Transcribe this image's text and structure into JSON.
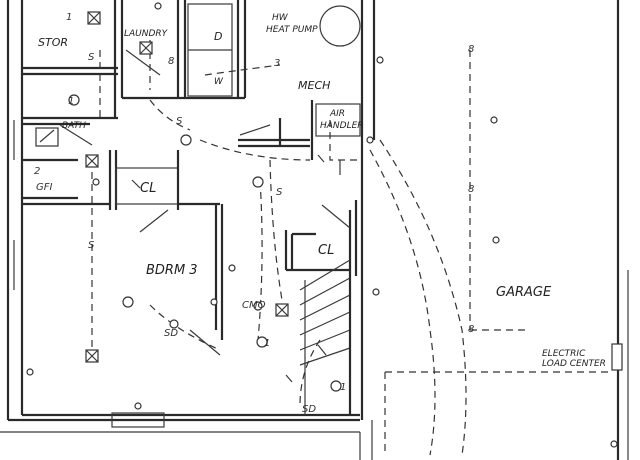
{
  "rooms": {
    "stor": "STOR",
    "laundry": "LAUNDRY",
    "bath": "BATH",
    "closet_left": "CL",
    "closet_right": "CL",
    "bedroom": "BDRM 3",
    "mech": "MECH",
    "garage": "GARAGE"
  },
  "equipment": {
    "hw_line1": "HW",
    "hw_line2": "HEAT PUMP",
    "air_line1": "AIR",
    "air_line2": "HANDLER",
    "elc_line1": "ELECTRIC",
    "elc_line2": "LOAD CENTER"
  },
  "appliances": {
    "dryer": "D",
    "washer": "W"
  },
  "symbols": {
    "switch": "S",
    "fixture_8": "8",
    "gfi": "GFI",
    "cmo": "CMO",
    "sd": "SD",
    "one": "1",
    "two": "2",
    "num_3": "3"
  },
  "colors": {
    "ink": "#2a2a2a",
    "paper": "#ffffff"
  }
}
